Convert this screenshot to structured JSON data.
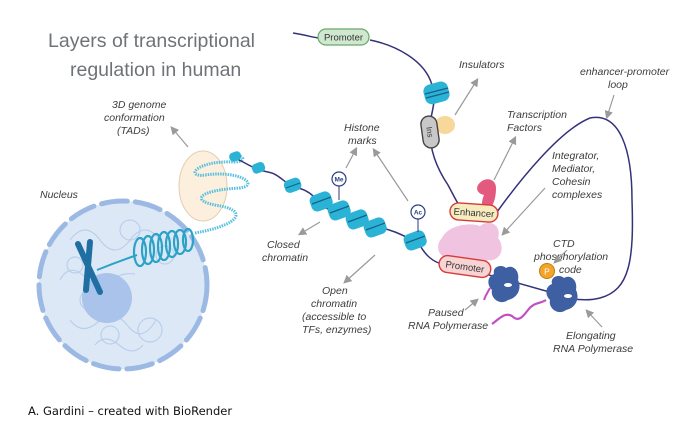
{
  "title": {
    "line1": "Layers of transcriptional",
    "line2": "regulation in human"
  },
  "labels": {
    "nucleus": "Nucleus",
    "genome_3d": [
      "3D genome",
      "conformation",
      "(TADs)"
    ],
    "histone_marks": [
      "Histone",
      "marks"
    ],
    "closed_chromatin": [
      "Closed",
      "chromatin"
    ],
    "open_chromatin": [
      "Open",
      "chromatin",
      "(accessible to",
      "TFs, enzymes)"
    ],
    "insulators": "Insulators",
    "transcription_factors": [
      "Transcription",
      "Factors"
    ],
    "enhancer_promoter_loop": [
      "enhancer-promoter",
      "loop"
    ],
    "complexes": [
      "Integrator,",
      "Mediator,",
      "Cohesin",
      "complexes"
    ],
    "ctd_code": [
      "CTD",
      "phosphorylation",
      "code"
    ],
    "paused_polymerase": [
      "Paused",
      "RNA Polymerase"
    ],
    "elongating_polymerase": [
      "Elongating",
      "RNA Polymerase"
    ]
  },
  "tags": {
    "promoter_top": "Promoter",
    "promoter_bottom": "Promoter",
    "enhancer": "Enhancer",
    "insulator": "Ins",
    "methyl": "Me",
    "acetyl": "Ac",
    "phospho": "P"
  },
  "colors": {
    "nucleosome": "#2bb3d6",
    "dna": "#34327a",
    "promoter_green_fill": "#cfe8cf",
    "promoter_red_fill": "#f7d3d3",
    "enhancer_fill": "#f6ecc0",
    "tag_red_border": "#d63b3b",
    "polymerase": "#3f5fa3",
    "rna": "#c24fc2",
    "mediator": "#f0c4e0",
    "tf": "#e35a7e",
    "phospho": "#f2a52b",
    "nucleus_fill": "#d5e3f4",
    "nucleus_border": "#93b4e1"
  },
  "credit": "A. Gardini – created with BioRender"
}
